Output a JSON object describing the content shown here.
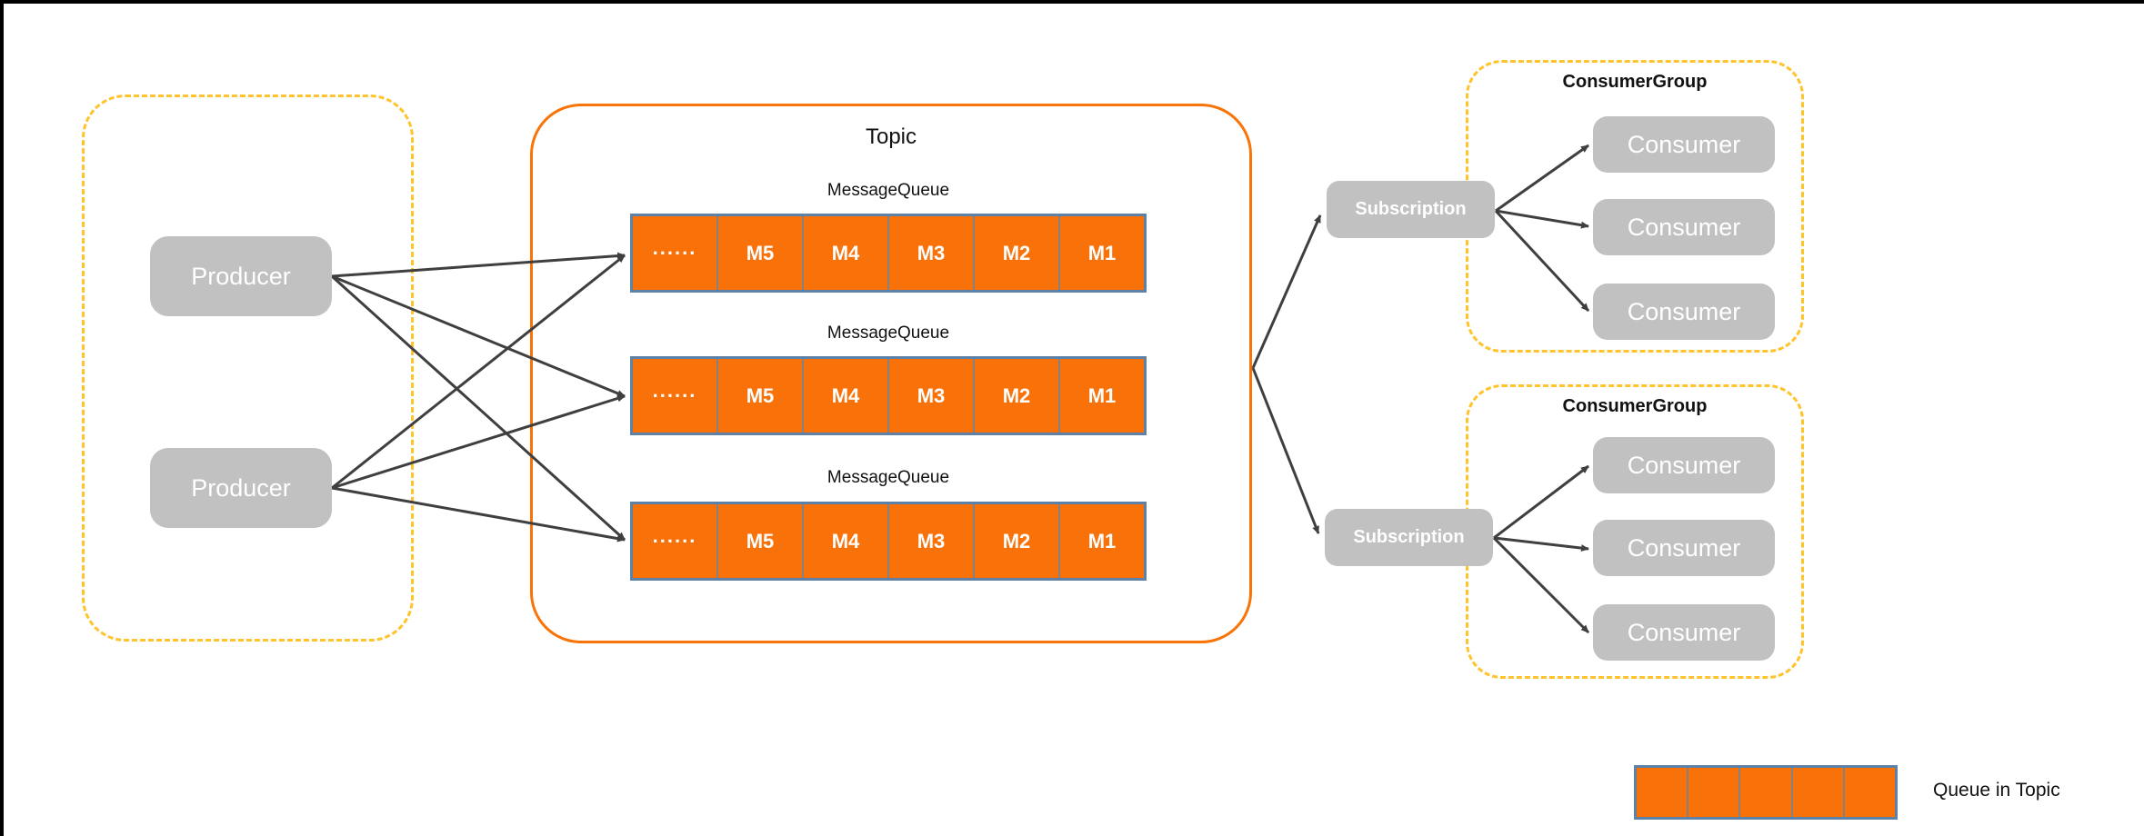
{
  "producers": [
    {
      "label": "Producer"
    },
    {
      "label": "Producer"
    }
  ],
  "topic": {
    "title": "Topic",
    "message_queues": [
      {
        "label": "MessageQueue",
        "cells": [
          "......",
          "M5",
          "M4",
          "M3",
          "M2",
          "M1"
        ]
      },
      {
        "label": "MessageQueue",
        "cells": [
          "......",
          "M5",
          "M4",
          "M3",
          "M2",
          "M1"
        ]
      },
      {
        "label": "MessageQueue",
        "cells": [
          "......",
          "M5",
          "M4",
          "M3",
          "M2",
          "M1"
        ]
      }
    ]
  },
  "subscriptions": [
    {
      "label": "Subscription"
    },
    {
      "label": "Subscription"
    }
  ],
  "consumer_groups": [
    {
      "title": "ConsumerGroup",
      "consumers": [
        {
          "label": "Consumer"
        },
        {
          "label": "Consumer"
        },
        {
          "label": "Consumer"
        }
      ]
    },
    {
      "title": "ConsumerGroup",
      "consumers": [
        {
          "label": "Consumer"
        },
        {
          "label": "Consumer"
        },
        {
          "label": "Consumer"
        }
      ]
    }
  ],
  "legend": {
    "label": "Queue in Topic",
    "cell_count": 5
  },
  "colors": {
    "queue_fill": "#F87209",
    "queue_border": "#5E81A8",
    "queue_divider": "#828282",
    "topic_border": "#F97408",
    "group_dash": "#FFC32B",
    "node_fill": "#C1C1C1",
    "node_text": "#FFFFFF",
    "arrow": "#3F3F3F",
    "label_text": "#111111",
    "frame": "#000000",
    "background": "#FFFFFF"
  }
}
